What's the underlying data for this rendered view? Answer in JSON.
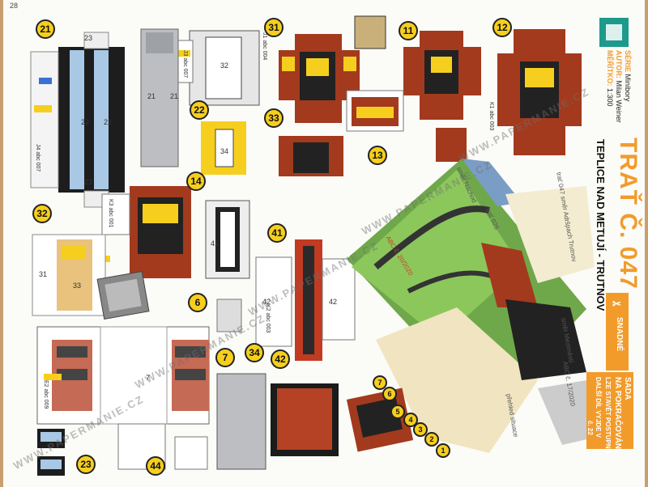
{
  "page": {
    "number": "28"
  },
  "sidebar": {
    "title": "TRAŤ Č. 047",
    "subtitle": "TEPLICE NAD METUJÍ - TRUTNOV",
    "series_label": "SÉRIE",
    "series_value": "Minibory",
    "author_label": "AUTOR:",
    "author_value": "Milan Weiner",
    "scale_label": "MĚŘÍTKO:",
    "scale_value": "1:300",
    "difficulty": "SNADNÉ",
    "kit_line1": "SADA",
    "kit_line2": "NA POKRAČOVÁNÍ",
    "kit_line3": "LZE STAVĚT POSTUPNĚ",
    "next_part": "DALŠÍ DÍL VYJDE V",
    "next_issue": "č. 22"
  },
  "parts": [
    "21",
    "22",
    "23",
    "31",
    "32",
    "33",
    "34",
    "11",
    "12",
    "13",
    "14",
    "41",
    "42",
    "44",
    "6",
    "7"
  ],
  "ref_numbers": [
    "7",
    "6",
    "5",
    "4",
    "3",
    "2",
    "1"
  ],
  "inner_labels": {
    "p7": "7",
    "p21a": "21",
    "p21b": "21",
    "p22a": "22",
    "p22b": "22",
    "p23a": "23",
    "p23b": "23",
    "p31": "31",
    "p32": "32",
    "p33": "33",
    "p34": "34",
    "p41": "41",
    "p42a": "42",
    "p42b": "42"
  },
  "codes": [
    "J4 abc 007",
    "J3 abc 007",
    "E2 abc 009",
    "K3 abc 001",
    "K2 abc 003",
    "K1 abc 003",
    "J1 abc 004"
  ],
  "diagram": {
    "route_a": "směr Náchod",
    "route_b": "trať 026",
    "route_c": "trať 047 směr Adršpach Trutnov",
    "route_d": "směr Meziměstí",
    "abc1": "ABC č. 20/2020",
    "abc2": "ABC č. 17/2020",
    "situation": "přehled situace"
  },
  "watermark": "WWW.PAPERMANIE.CZ",
  "colors": {
    "accent": "#f29b2b",
    "badge": "#f6cf1e",
    "teal": "#1d9a8c",
    "brick": "#a33a1d"
  }
}
